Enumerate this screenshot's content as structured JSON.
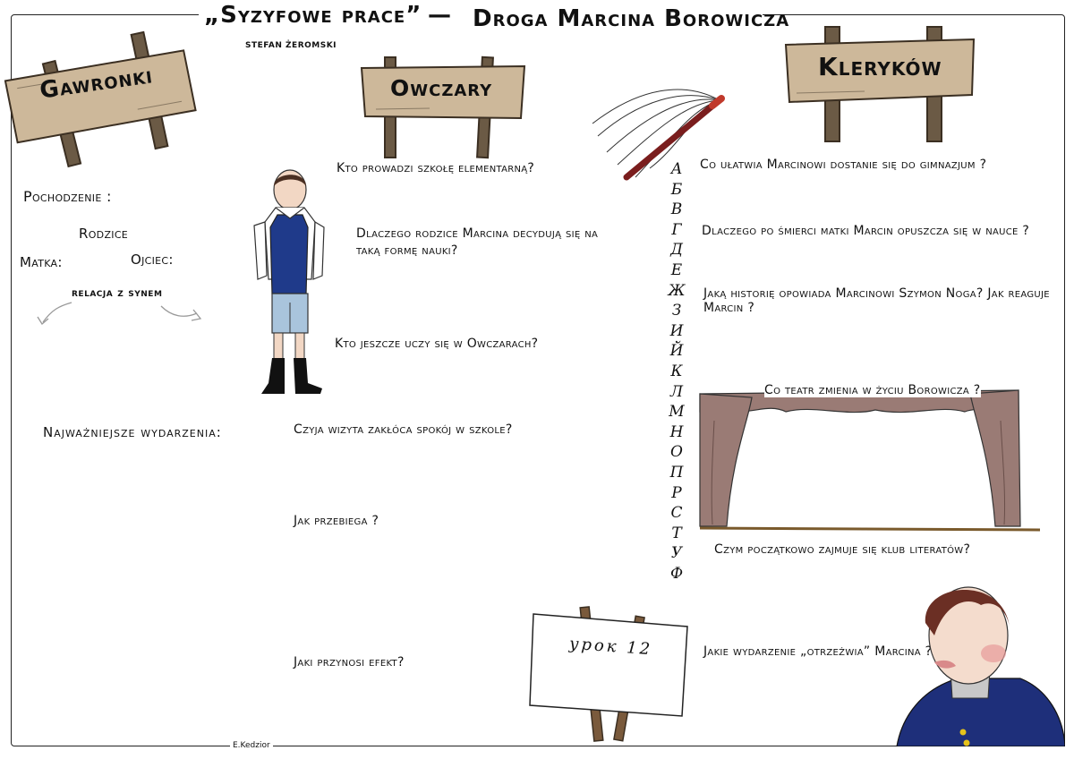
{
  "title": {
    "book": "„Syzyfowe prace”",
    "dash": "—",
    "subtitle": "Droga Marcina Borowicza",
    "author": "Stefan Żeromski"
  },
  "signs": {
    "gawronki": "Gawronki",
    "owczary": "Owczary",
    "klerykow": "Kleryków"
  },
  "left": {
    "pochodzenie": "Pochodzenie :",
    "rodzice": "Rodzice",
    "matka": "Matka:",
    "ojciec": "Ojciec:",
    "relacja": "relacja z synem",
    "wydarzenia": "Najważniejsze wydarzenia:"
  },
  "questions": {
    "q1": "Kto prowadzi szkołę elementarną?",
    "q2a": "Dlaczego rodzice Marcina decydują się na",
    "q2b": "taką formę nauki?",
    "q3": "Kto jeszcze uczy się w Owczarach?",
    "q4": "Czyja wizyta zakłóca spokój w szkole?",
    "q5": "Jak przebiega ?",
    "q6": "Jaki przynosi efekt?",
    "q7": "Co ułatwia Marcinowi dostanie się do gimnazjum ?",
    "q8": "Dlaczego po śmierci matki Marcin opuszcza się w nauce ?",
    "q9": "Jaką historię opowiada Marcinowi Szymon Noga? Jak reaguje Marcin ?",
    "q10": "Co teatr zmienia w życiu Borowicza ?",
    "q11": "Czym początkowo zajmuje się klub literatów?",
    "q12": "Jakie wydarzenie „otrzeźwia” Marcina ?"
  },
  "alphabet": [
    "А",
    "Б",
    "В",
    "Г",
    "Д",
    "Е",
    "Ж",
    "З",
    "И",
    "Й",
    "К",
    "Л",
    "М",
    "Н",
    "О",
    "П",
    "Р",
    "С",
    "Т",
    "У",
    "Ф"
  ],
  "board": {
    "text": "урок 12"
  },
  "signature": "E.Kedzior",
  "colors": {
    "wood": "#cdb89a",
    "wood_dark": "#6b5a45",
    "vest": "#1f3a8a",
    "shorts": "#a9c4dc",
    "curtain": "#9a7b75",
    "whip_handle": "#7a1d1d",
    "jacket": "#1e2f7a"
  }
}
